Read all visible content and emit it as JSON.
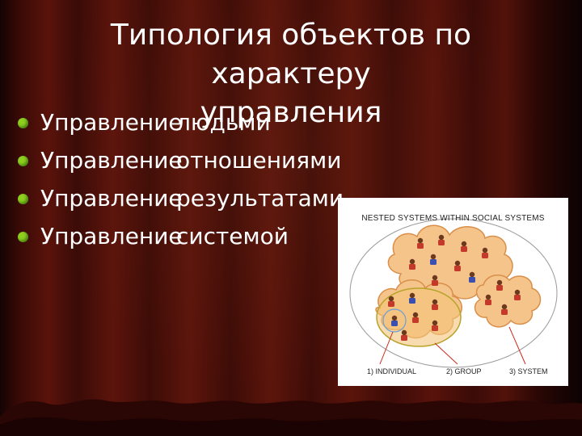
{
  "slide": {
    "title_lines": [
      "Типология объектов по характеру",
      "управления"
    ],
    "bullets": [
      {
        "w1": "Управление",
        "w2": "людьми"
      },
      {
        "w1": "Управление",
        "w2": "отношениями"
      },
      {
        "w1": "Управление",
        "w2": "результатами"
      },
      {
        "w1": "Управление",
        "w2": "системой"
      }
    ],
    "bullet_color": "#8fcf1f",
    "background_color": "#4a100a"
  },
  "diagram": {
    "title": "NESTED SYSTEMS WITHIN SOCIAL SYSTEMS",
    "labels": [
      "1) INDIVIDUAL",
      "2) GROUP",
      "3) SYSTEM"
    ],
    "person_icon": "person-icon",
    "colors": {
      "cloud": "#f5c48a",
      "cloud_stroke": "#d98f4a",
      "group_ring": "#b8a32a",
      "system_ring": "#9a9a9a",
      "pointer": "#cc2a1a"
    }
  }
}
